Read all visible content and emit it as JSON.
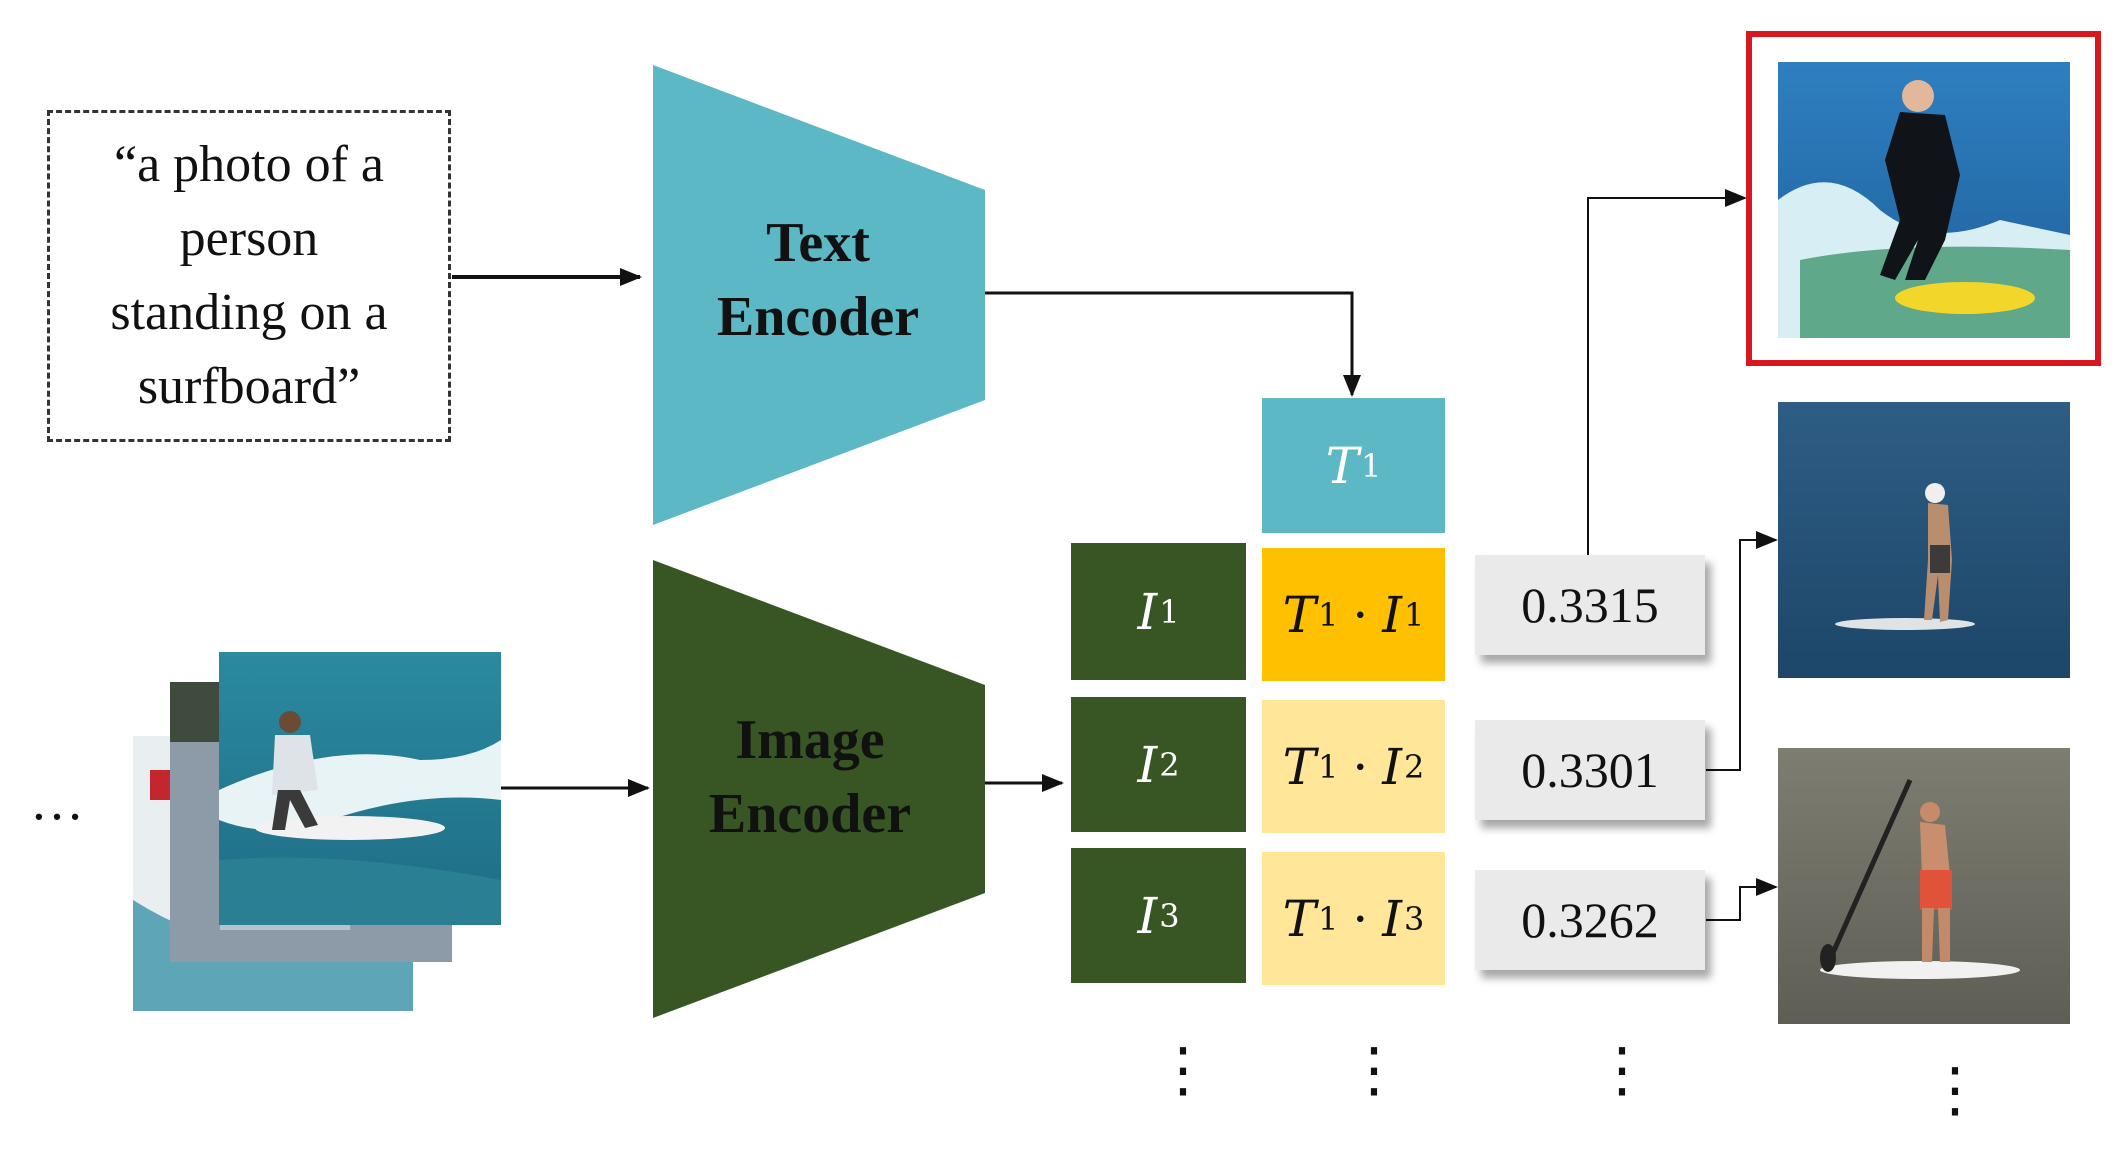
{
  "prompt": {
    "lines": [
      "“a photo of a",
      "person",
      "standing on a",
      "surfboard”"
    ]
  },
  "text_encoder": {
    "line1": "Text",
    "line2": "Encoder",
    "color": "#5bb8c4"
  },
  "image_encoder": {
    "line1": "Image",
    "line2": "Encoder",
    "color": "#375623"
  },
  "ellipsis": "…",
  "text_embedding": {
    "base": "T",
    "sub": "1"
  },
  "image_embeddings": [
    {
      "base": "I",
      "sub": "1"
    },
    {
      "base": "I",
      "sub": "2"
    },
    {
      "base": "I",
      "sub": "3"
    }
  ],
  "dot_products": [
    {
      "a": "T",
      "a_sub": "1",
      "op": "·",
      "b": "I",
      "b_sub": "1",
      "color": "#ffc000"
    },
    {
      "a": "T",
      "a_sub": "1",
      "op": "·",
      "b": "I",
      "b_sub": "2",
      "color": "#ffe699"
    },
    {
      "a": "T",
      "a_sub": "1",
      "op": "·",
      "b": "I",
      "b_sub": "3",
      "color": "#ffe699"
    }
  ],
  "scores": [
    "0.3315",
    "0.3301",
    "0.3262"
  ],
  "vdots": "⋮",
  "highlight_color": "#d7181f"
}
